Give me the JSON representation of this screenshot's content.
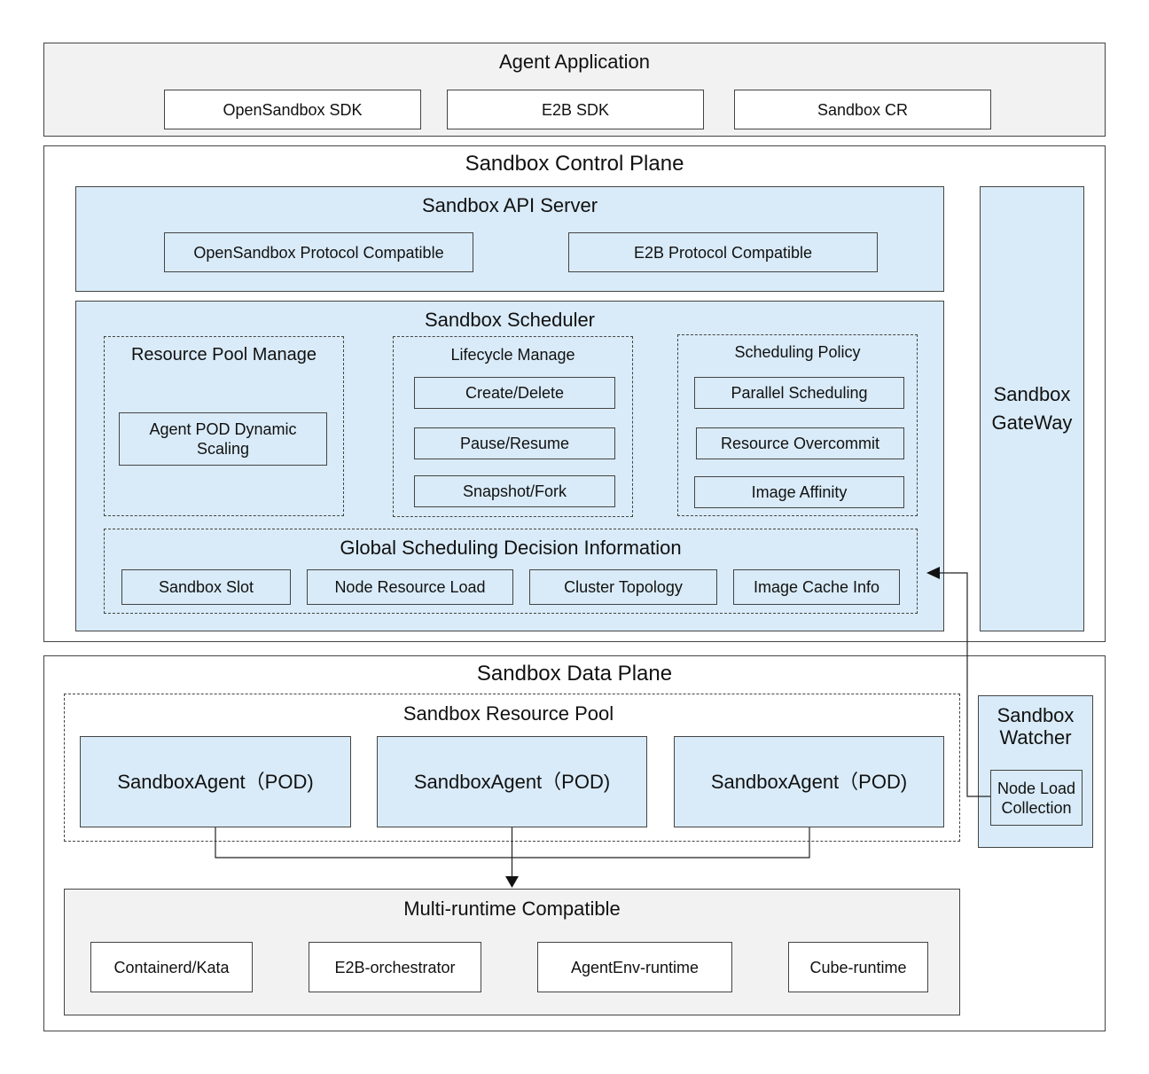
{
  "agent_application": {
    "title": "Agent Application",
    "items": [
      "OpenSandbox SDK",
      "E2B SDK",
      "Sandbox CR"
    ]
  },
  "control_plane": {
    "title": "Sandbox Control Plane",
    "api_server": {
      "title": "Sandbox API Server",
      "items": [
        "OpenSandbox Protocol Compatible",
        "E2B Protocol Compatible"
      ]
    },
    "scheduler": {
      "title": "Sandbox Scheduler",
      "resource_pool_manage": {
        "title": "Resource Pool Manage",
        "items": [
          "Agent POD Dynamic Scaling"
        ]
      },
      "lifecycle_manage": {
        "title": "Lifecycle Manage",
        "items": [
          "Create/Delete",
          "Pause/Resume",
          "Snapshot/Fork"
        ]
      },
      "scheduling_policy": {
        "title": "Scheduling Policy",
        "items": [
          "Parallel Scheduling",
          "Resource Overcommit",
          "Image Affinity"
        ]
      },
      "global_info": {
        "title": "Global Scheduling Decision Information",
        "items": [
          "Sandbox Slot",
          "Node Resource Load",
          "Cluster Topology",
          "Image Cache Info"
        ]
      }
    },
    "gateway": {
      "line1": "Sandbox",
      "line2": "GateWay"
    }
  },
  "data_plane": {
    "title": "Sandbox Data Plane",
    "resource_pool": {
      "title": "Sandbox Resource Pool",
      "pods": [
        "SandboxAgent（POD)",
        "SandboxAgent（POD)",
        "SandboxAgent（POD)"
      ]
    },
    "multi_runtime": {
      "title": "Multi-runtime Compatible",
      "items": [
        "Containerd/Kata",
        "E2B-orchestrator",
        "AgentEnv-runtime",
        "Cube-runtime"
      ]
    },
    "watcher": {
      "line1": "Sandbox",
      "line2": "Watcher",
      "node_load": {
        "line1": "Node Load",
        "line2": "Collection"
      }
    }
  },
  "colors": {
    "blue_fill": "#d9ebf8",
    "gray_fill": "#f2f2f2",
    "border": "#444444"
  }
}
